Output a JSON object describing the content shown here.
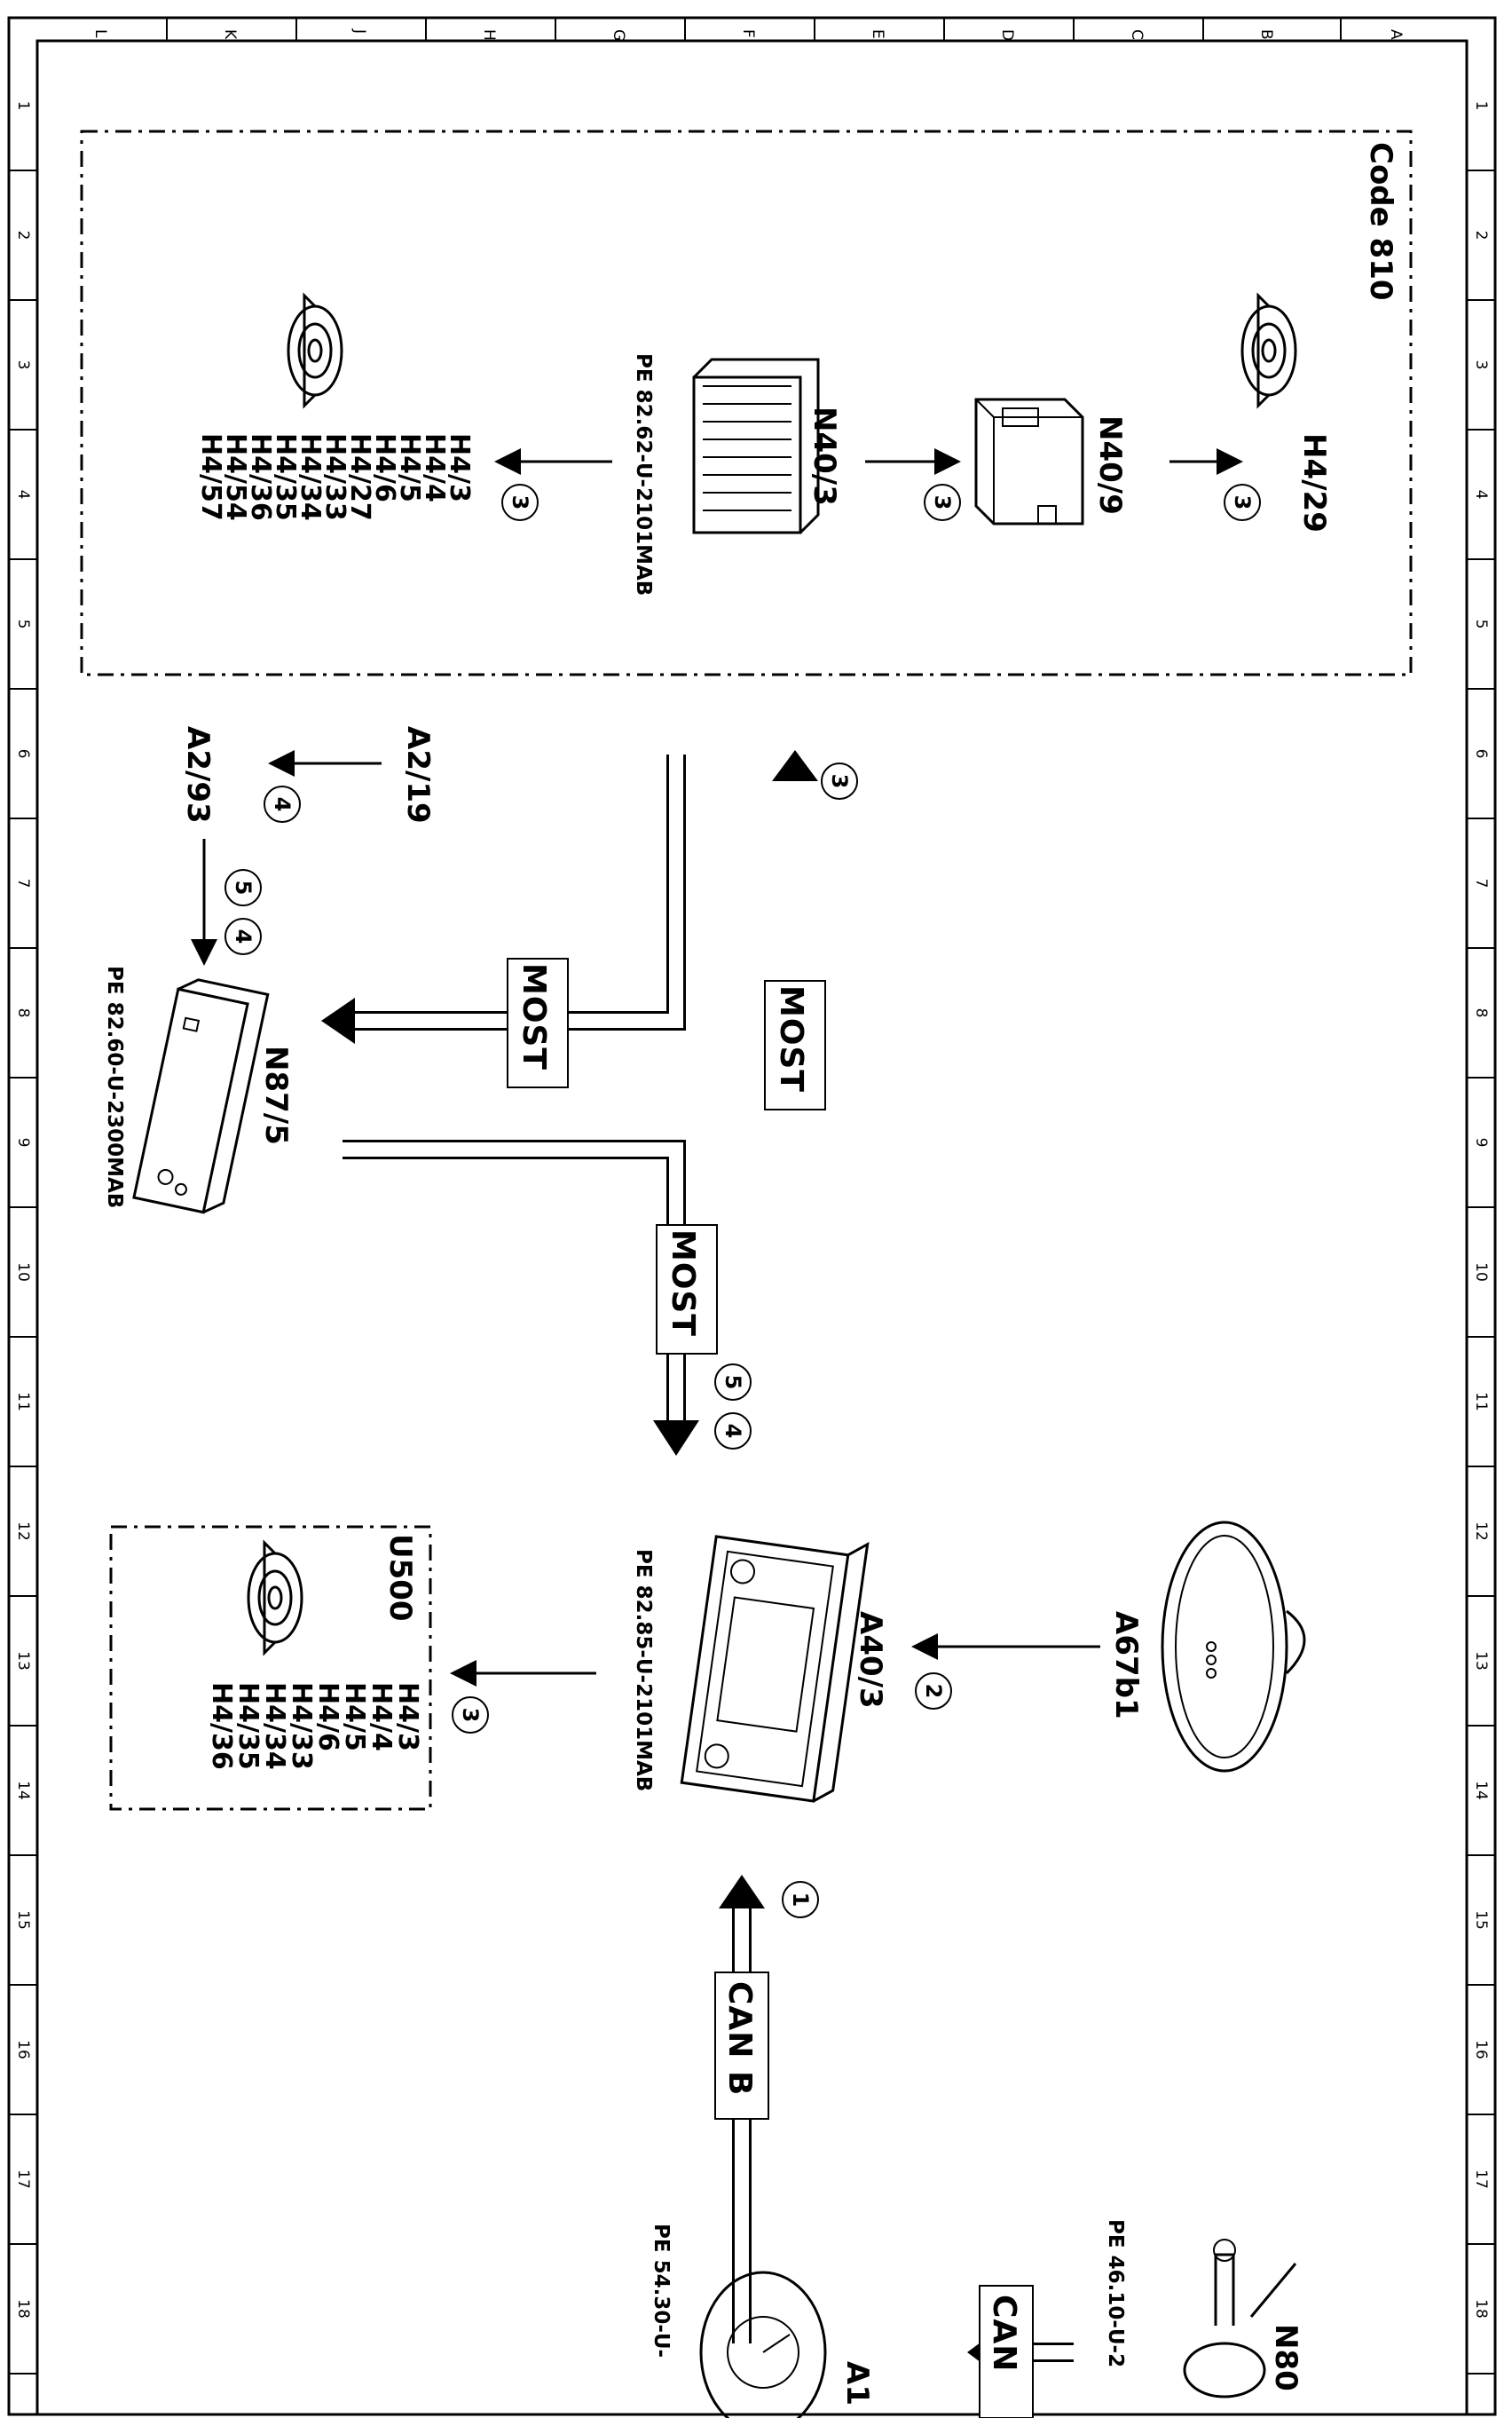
{
  "frame": {
    "top_labels": [
      "L",
      "K",
      "J",
      "H",
      "G",
      "F",
      "E",
      "D",
      "C",
      "B",
      "A"
    ],
    "side_numbers": [
      "1",
      "2",
      "3",
      "4",
      "5",
      "6",
      "7",
      "8",
      "9",
      "10",
      "11",
      "12",
      "13",
      "14",
      "15",
      "16",
      "17",
      "18"
    ]
  },
  "code_box": {
    "label": "Code 810"
  },
  "u500_box": {
    "label": "U500"
  },
  "components": {
    "h4_29": "H4/29",
    "n40_9": "N40/9",
    "n40_3": "N40/3",
    "n40_3_ref": "PE 82.62-U-2101MAB",
    "h4_list_top": [
      "H4/3",
      "H4/4",
      "H4/5",
      "H4/6",
      "H4/27",
      "H4/33",
      "H4/34",
      "H4/35",
      "H4/36",
      "H4/54",
      "H4/57"
    ],
    "a2_19": "A2/19",
    "a2_93": "A2/93",
    "n87_5": "N87/5",
    "n87_5_ref": "PE 82.60-U-2300MAB",
    "a67b1": "A67b1",
    "a40_3": "A40/3",
    "a40_3_ref": "PE 82.85-U-2101MAB",
    "h4_list_u500": [
      "H4/3",
      "H4/4",
      "H4/5",
      "H4/6",
      "H4/33",
      "H4/34",
      "H4/35",
      "H4/36"
    ],
    "n80": "N80",
    "n80_ref": "PE 46.10-U-2",
    "a1": "A1",
    "a1_ref": "PE 54.30-U-"
  },
  "buses": {
    "most_1": "MOST",
    "most_2": "MOST",
    "most_3": "MOST",
    "can_b": "CAN B",
    "can_partial": "CAN"
  },
  "markers": {
    "m1": "1",
    "m2": "2",
    "m3": "3",
    "m4": "4",
    "m5": "5"
  }
}
